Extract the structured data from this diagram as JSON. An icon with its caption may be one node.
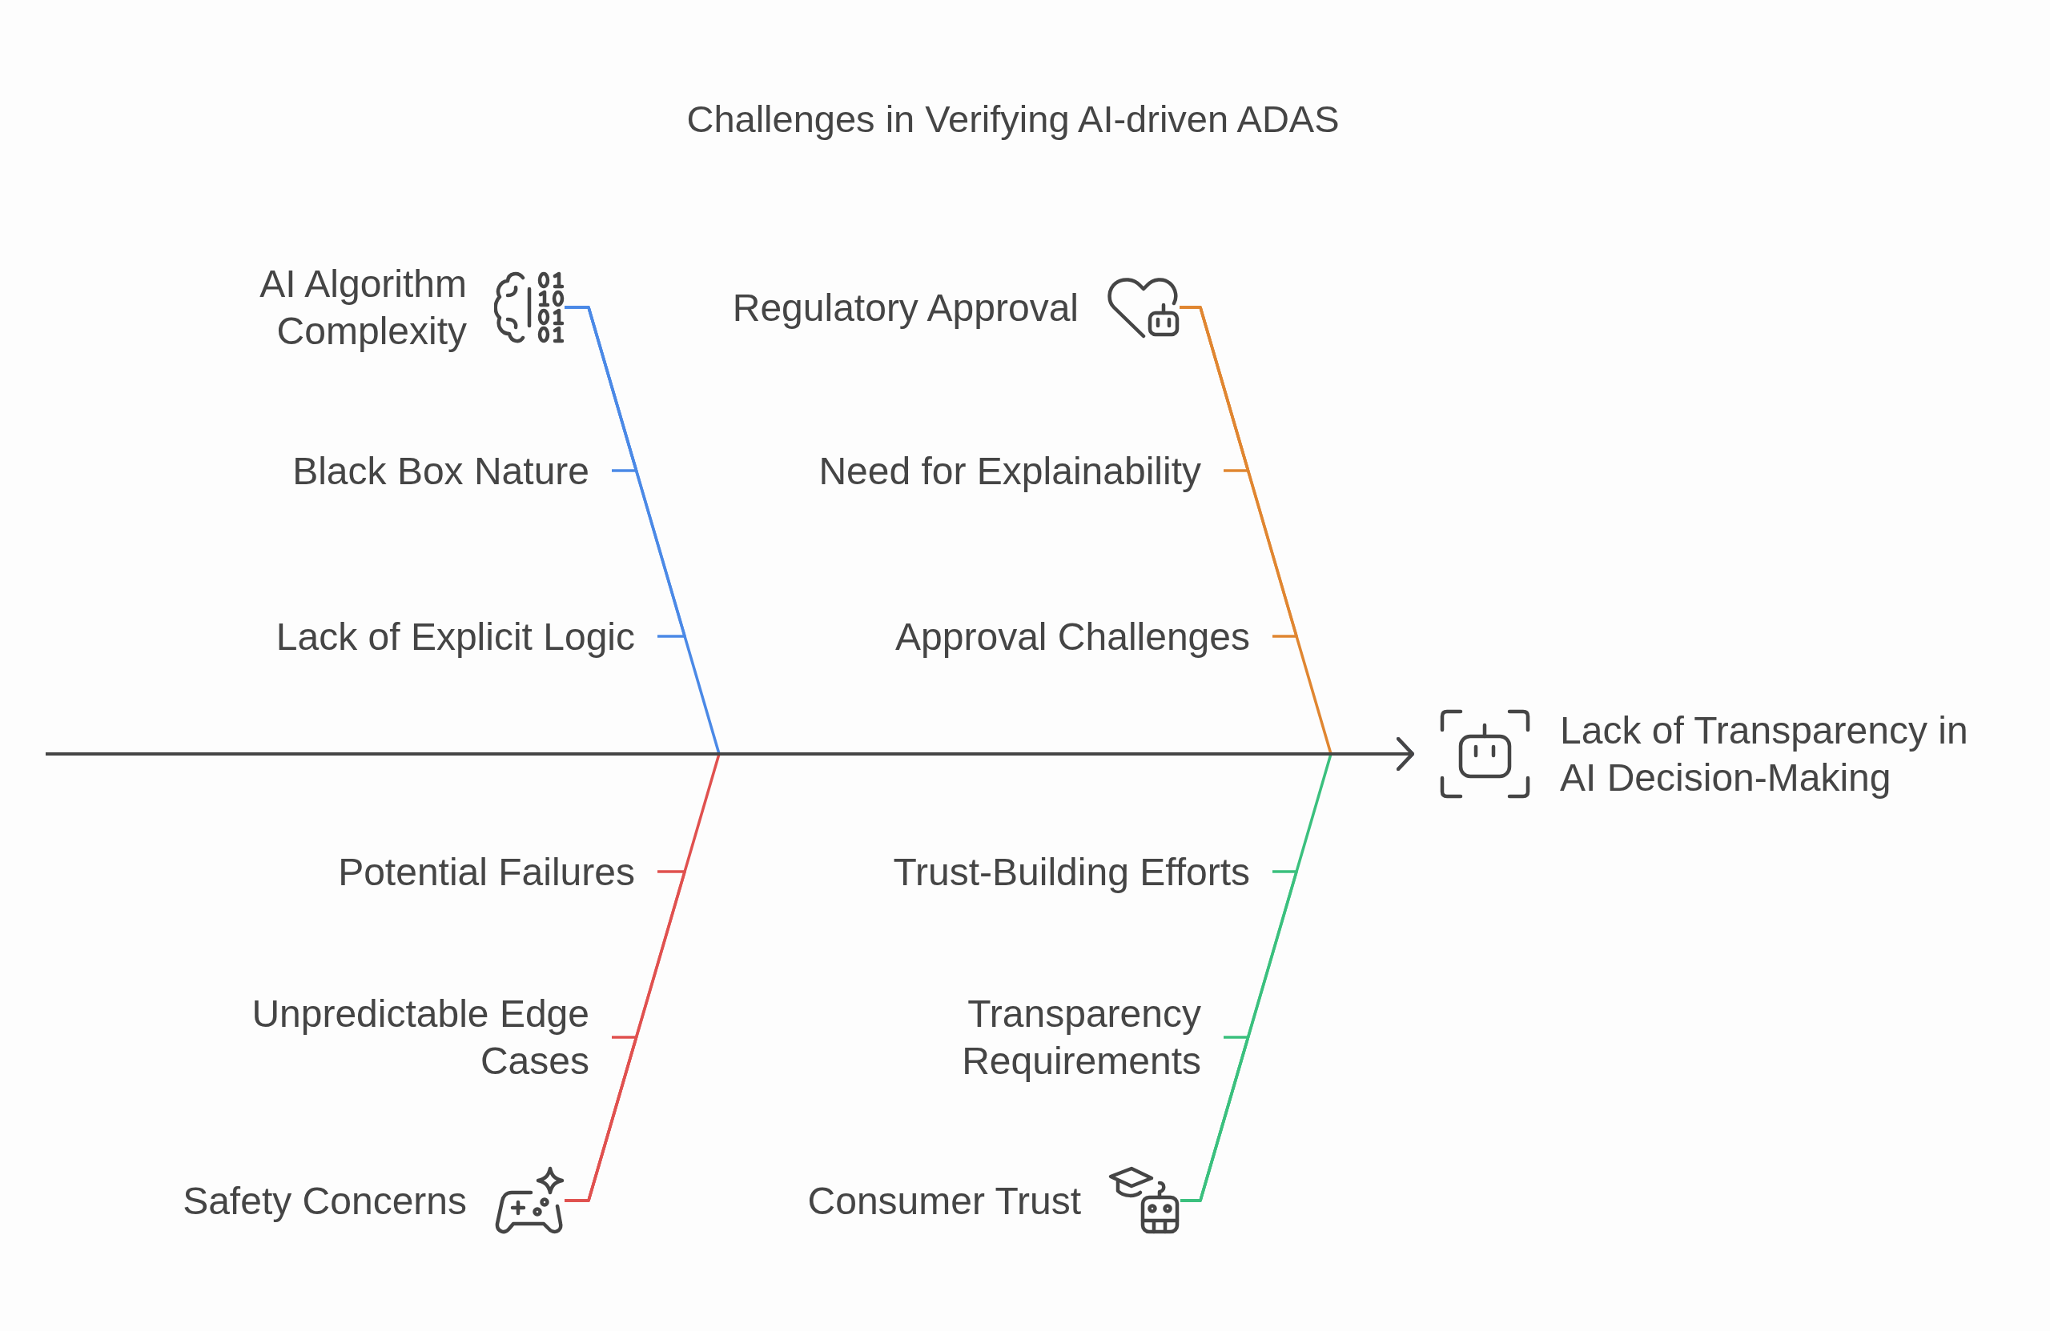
{
  "diagram": {
    "title": "Challenges in Verifying AI-driven ADAS",
    "nodes": [
      {
        "text": [
          "AI Algorithm Complexity"
        ]
      },
      {
        "text": [
          "Black Box Nature"
        ]
      },
      {
        "text": [
          "Lack of Explicit Logic"
        ]
      },
      {
        "text": [
          "Regulatory Approval"
        ]
      },
      {
        "text": [
          "Need for Explainability"
        ]
      },
      {
        "text": [
          "Approval Challenges"
        ]
      },
      {
        "text": [
          "Lack of Transparency in AI Decision-Making"
        ]
      },
      {
        "text": [
          "Potential Failures"
        ]
      },
      {
        "text": [
          "Unpredictable Edge Cases"
        ]
      },
      {
        "text": [
          "Safety Concerns"
        ]
      },
      {
        "text": [
          "Trust-Building Efforts"
        ]
      },
      {
        "text": [
          "Transparency Requirements"
        ]
      },
      {
        "text": [
          "Consumer Trust"
        ]
      }
    ],
    "edges": [
      {
        "from": null,
        "to": 6,
        "arrow": "to",
        "color": "#454545"
      },
      {
        "from": 0,
        "to": 6,
        "arrow": "to",
        "color": "#4b89e6"
      },
      {
        "from": 1,
        "to": 0,
        "arrow": "none",
        "color": "#4b89e6"
      },
      {
        "from": 2,
        "to": 0,
        "arrow": "none",
        "color": "#4b89e6"
      },
      {
        "from": 3,
        "to": 6,
        "arrow": "to",
        "color": "#e08631"
      },
      {
        "from": 4,
        "to": 3,
        "arrow": "none",
        "color": "#e08631"
      },
      {
        "from": 5,
        "to": 3,
        "arrow": "none",
        "color": "#e08631"
      },
      {
        "from": 9,
        "to": 6,
        "arrow": "to",
        "color": "#e0514f"
      },
      {
        "from": 7,
        "to": 9,
        "arrow": "none",
        "color": "#e0514f"
      },
      {
        "from": 8,
        "to": 9,
        "arrow": "none",
        "color": "#e0514f"
      },
      {
        "from": 12,
        "to": 6,
        "arrow": "to",
        "color": "#3bc07e"
      },
      {
        "from": 10,
        "to": 12,
        "arrow": "none",
        "color": "#3bc07e"
      },
      {
        "from": 11,
        "to": 12,
        "arrow": "none",
        "color": "#3bc07e"
      }
    ]
  }
}
